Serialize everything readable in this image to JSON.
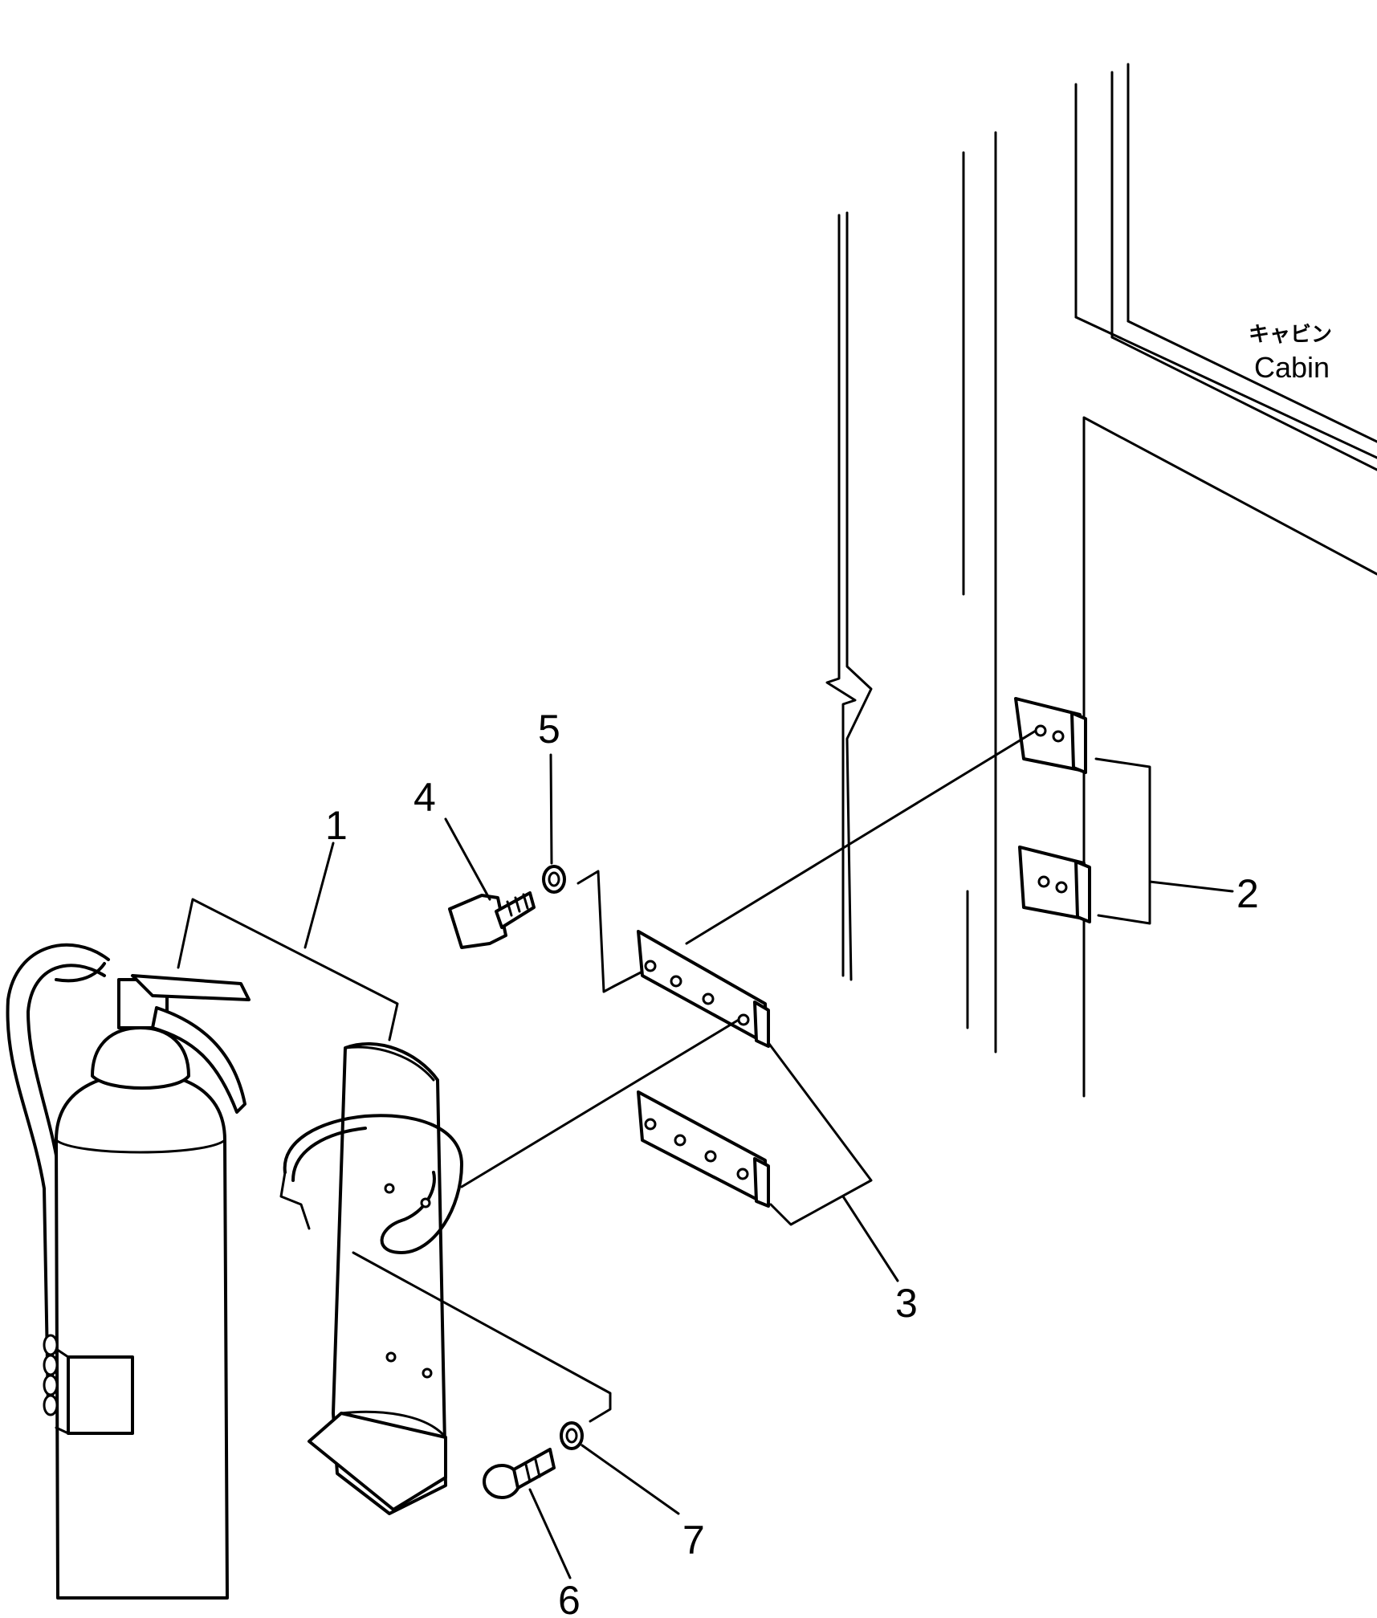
{
  "callouts": {
    "c1": "1",
    "c2": "2",
    "c3": "3",
    "c4": "4",
    "c5": "5",
    "c6": "6",
    "c7": "7"
  },
  "cabin_label": {
    "japanese": "キャビン",
    "english": "Cabin"
  },
  "colors": {
    "ink": "#000000",
    "paper": "#ffffff"
  }
}
